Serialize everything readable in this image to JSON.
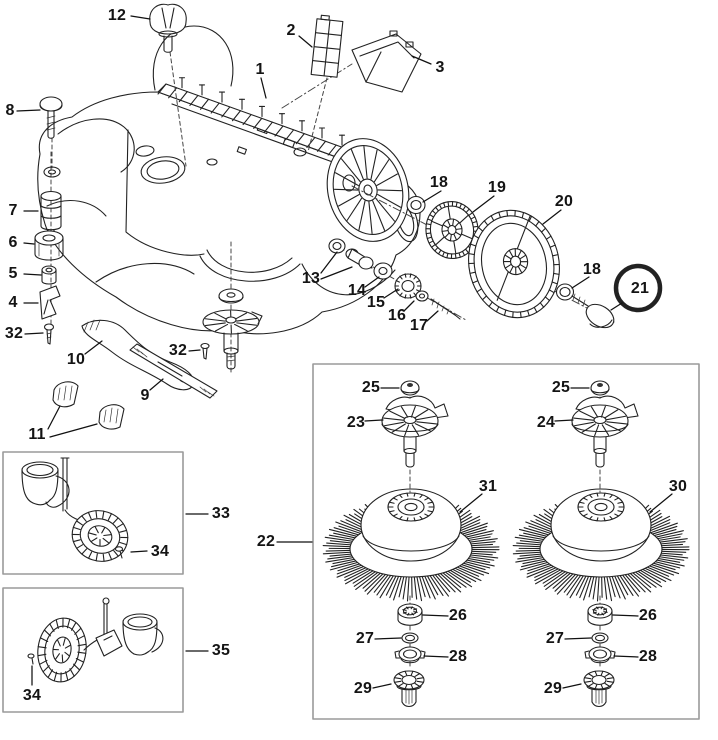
{
  "diagram": {
    "kind": "exploded-parts-diagram",
    "highlight": {
      "part_number": "21",
      "color": "#E2702F"
    }
  },
  "labels": {
    "n1": "1",
    "n2": "2",
    "n3": "3",
    "n4": "4",
    "n5": "5",
    "n6": "6",
    "n7": "7",
    "n8": "8",
    "n9": "9",
    "n10": "10",
    "n11": "11",
    "n12": "12",
    "n13": "13",
    "n14": "14",
    "n15": "15",
    "n16": "16",
    "n17": "17",
    "n18": "18",
    "n19": "19",
    "n20": "20",
    "n21": "21",
    "n22": "22",
    "n23": "23",
    "n24": "24",
    "n25": "25",
    "n26": "26",
    "n27": "27",
    "n28": "28",
    "n29": "29",
    "n30": "30",
    "n31": "31",
    "n32": "32",
    "n33": "33",
    "n34": "34",
    "n35": "35"
  }
}
